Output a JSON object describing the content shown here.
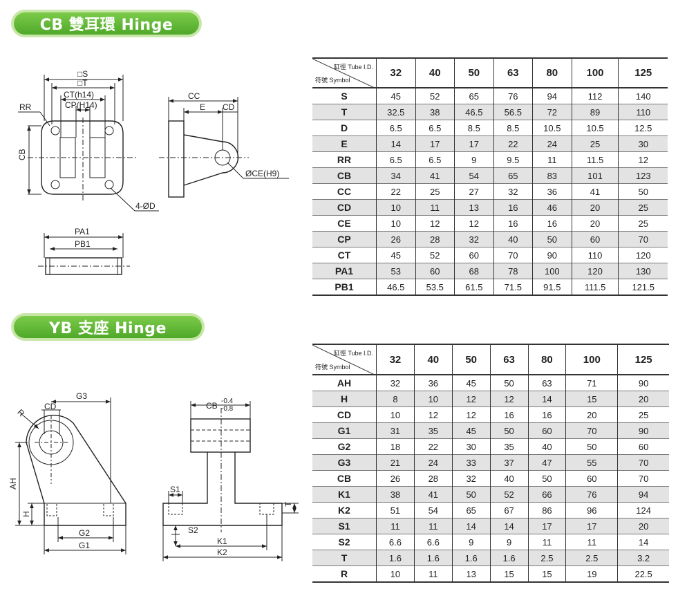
{
  "cb": {
    "title": "CB 雙耳環 Hinge",
    "header": {
      "tube_label": "缸徑 Tube I.D.",
      "symbol_label": "符號 Symbol"
    },
    "columns": [
      "32",
      "40",
      "50",
      "63",
      "80",
      "100",
      "125"
    ],
    "rows": [
      {
        "symbol": "S",
        "values": [
          "45",
          "52",
          "65",
          "76",
          "94",
          "112",
          "140"
        ]
      },
      {
        "symbol": "T",
        "values": [
          "32.5",
          "38",
          "46.5",
          "56.5",
          "72",
          "89",
          "110"
        ]
      },
      {
        "symbol": "D",
        "values": [
          "6.5",
          "6.5",
          "8.5",
          "8.5",
          "10.5",
          "10.5",
          "12.5"
        ]
      },
      {
        "symbol": "E",
        "values": [
          "14",
          "17",
          "17",
          "22",
          "24",
          "25",
          "30"
        ]
      },
      {
        "symbol": "RR",
        "values": [
          "6.5",
          "6.5",
          "9",
          "9.5",
          "11",
          "11.5",
          "12"
        ]
      },
      {
        "symbol": "CB",
        "values": [
          "34",
          "41",
          "54",
          "65",
          "83",
          "101",
          "123"
        ]
      },
      {
        "symbol": "CC",
        "values": [
          "22",
          "25",
          "27",
          "32",
          "36",
          "41",
          "50"
        ]
      },
      {
        "symbol": "CD",
        "values": [
          "10",
          "11",
          "13",
          "16",
          "46",
          "20",
          "25"
        ]
      },
      {
        "symbol": "CE",
        "values": [
          "10",
          "12",
          "12",
          "16",
          "16",
          "20",
          "25"
        ]
      },
      {
        "symbol": "CP",
        "values": [
          "26",
          "28",
          "32",
          "40",
          "50",
          "60",
          "70"
        ]
      },
      {
        "symbol": "CT",
        "values": [
          "45",
          "52",
          "60",
          "70",
          "90",
          "110",
          "120"
        ]
      },
      {
        "symbol": "PA1",
        "values": [
          "53",
          "60",
          "68",
          "78",
          "100",
          "120",
          "130"
        ]
      },
      {
        "symbol": "PB1",
        "values": [
          "46.5",
          "53.5",
          "61.5",
          "71.5",
          "91.5",
          "111.5",
          "121.5"
        ]
      }
    ],
    "drawing_labels": {
      "s": "□S",
      "t": "□T",
      "ct": "CT(h14)",
      "cp": "CP(H14)",
      "rr": "RR",
      "cb": "CB",
      "d4": "4-ØD",
      "cc": "CC",
      "e": "E",
      "cd": "CD",
      "ce": "ØCE(H9)",
      "pa1": "PA1",
      "pb1": "PB1"
    }
  },
  "yb": {
    "title": "YB 支座 Hinge",
    "header": {
      "tube_label": "缸徑 Tube I.D.",
      "symbol_label": "符號 Symbol"
    },
    "columns": [
      "32",
      "40",
      "50",
      "63",
      "80",
      "100",
      "125"
    ],
    "rows": [
      {
        "symbol": "AH",
        "values": [
          "32",
          "36",
          "45",
          "50",
          "63",
          "71",
          "90"
        ]
      },
      {
        "symbol": "H",
        "values": [
          "8",
          "10",
          "12",
          "12",
          "14",
          "15",
          "20"
        ]
      },
      {
        "symbol": "CD",
        "values": [
          "10",
          "12",
          "12",
          "16",
          "16",
          "20",
          "25"
        ]
      },
      {
        "symbol": "G1",
        "values": [
          "31",
          "35",
          "45",
          "50",
          "60",
          "70",
          "90"
        ]
      },
      {
        "symbol": "G2",
        "values": [
          "18",
          "22",
          "30",
          "35",
          "40",
          "50",
          "60"
        ]
      },
      {
        "symbol": "G3",
        "values": [
          "21",
          "24",
          "33",
          "37",
          "47",
          "55",
          "70"
        ]
      },
      {
        "symbol": "CB",
        "values": [
          "26",
          "28",
          "32",
          "40",
          "50",
          "60",
          "70"
        ]
      },
      {
        "symbol": "K1",
        "values": [
          "38",
          "41",
          "50",
          "52",
          "66",
          "76",
          "94"
        ]
      },
      {
        "symbol": "K2",
        "values": [
          "51",
          "54",
          "65",
          "67",
          "86",
          "96",
          "124"
        ]
      },
      {
        "symbol": "S1",
        "values": [
          "11",
          "11",
          "14",
          "14",
          "17",
          "17",
          "20"
        ]
      },
      {
        "symbol": "S2",
        "values": [
          "6.6",
          "6.6",
          "9",
          "9",
          "11",
          "11",
          "14"
        ]
      },
      {
        "symbol": "T",
        "values": [
          "1.6",
          "1.6",
          "1.6",
          "1.6",
          "2.5",
          "2.5",
          "3.2"
        ]
      },
      {
        "symbol": "R",
        "values": [
          "10",
          "11",
          "13",
          "15",
          "15",
          "19",
          "22.5"
        ]
      }
    ],
    "drawing_labels": {
      "r": "R",
      "cd": "CD",
      "g3": "G3",
      "ah": "AH",
      "h": "H",
      "g2": "G2",
      "g1": "G1",
      "cb": "CB",
      "cb_tol_upper": "-0.4",
      "cb_tol_lower": "-0.8",
      "s1": "S1",
      "s2": "S2",
      "k1": "K1",
      "k2": "K2",
      "t": "T"
    }
  }
}
